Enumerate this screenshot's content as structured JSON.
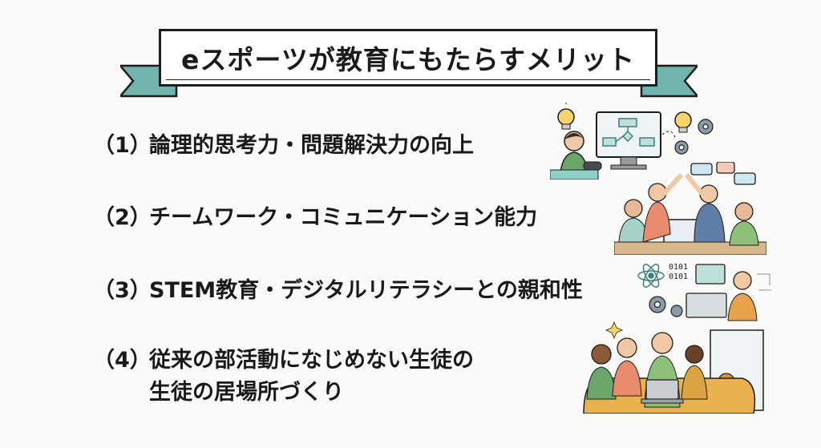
{
  "title": "eスポーツが教育にもたらすメリット",
  "items": [
    {
      "number": "（1）",
      "text": "論理的思考力・問題解決力の向上"
    },
    {
      "number": "（2）",
      "text": "チームワーク・コミュニケーション能力"
    },
    {
      "number": "（3）",
      "text": "STEM教育・デジタルリテラシーとの親和性"
    },
    {
      "number": "（4）",
      "text_line1": "従来の部活動になじめない生徒の",
      "text_line2": "生徒の居場所づくり"
    }
  ],
  "illustration_texts": {
    "binary": "0101\n0101"
  },
  "colors": {
    "ribbon": "#6fb5ad",
    "ribbon_dark": "#4c8f88",
    "ink": "#1a1a1a",
    "background": "#fafaf8"
  }
}
